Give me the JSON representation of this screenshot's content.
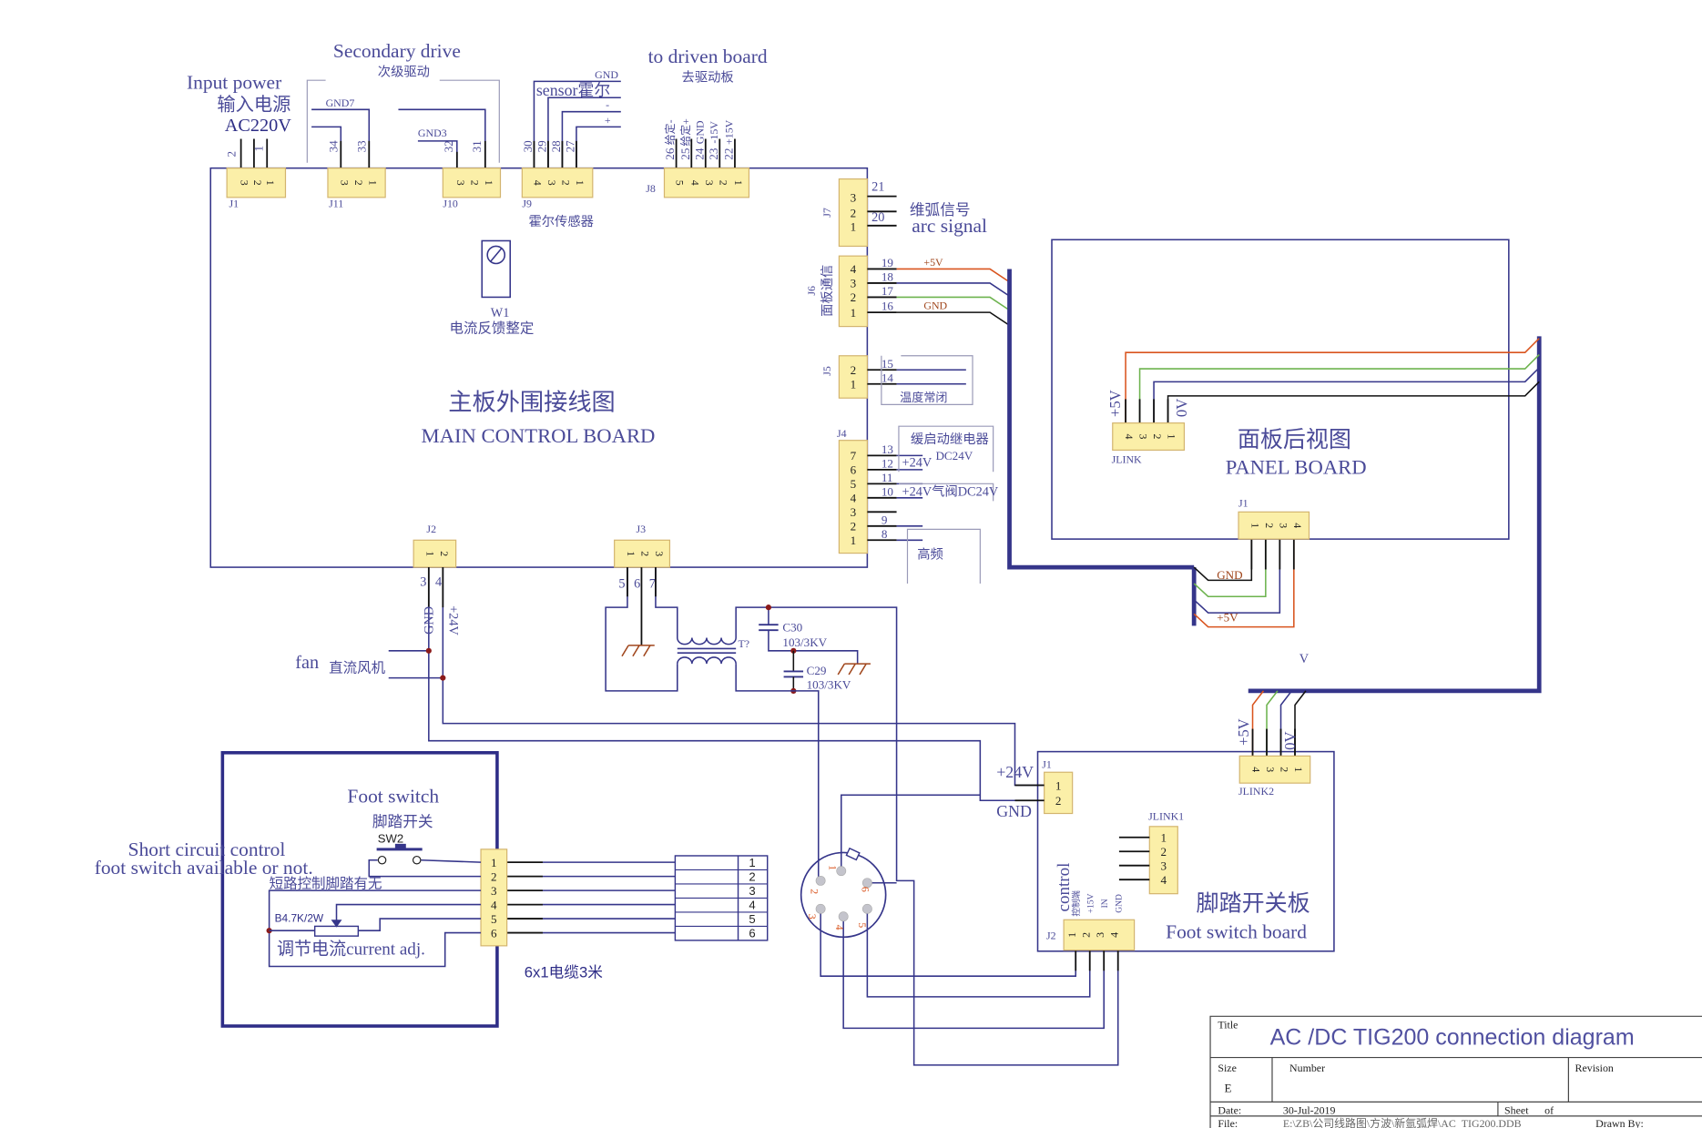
{
  "colors": {
    "outline": "#35358a",
    "text": "#4a4a98",
    "connector_fill": "#fbefa8",
    "connector_border": "#d3b46e",
    "wire_black": "#111111",
    "wire_red": "#d9541e",
    "wire_green": "#6db34e",
    "wire_blue": "#35358a",
    "junction": "#8b1a1a",
    "ground": "#a0461c",
    "dashed_box": "#9a9ab8"
  },
  "input_power": {
    "label_en": "Input power",
    "label_cn": "输入电源",
    "voltage": "AC220V",
    "pin_labels": [
      "2",
      "1"
    ]
  },
  "secondary_drive": {
    "label_en": "Secondary drive",
    "label_cn": "次级驱动",
    "gnd7": "GND7",
    "gnd3": "GND3",
    "j11_wires": [
      "34",
      "33"
    ],
    "j10_wires": [
      "32",
      "31"
    ]
  },
  "sensor": {
    "gnd": "GND",
    "label": "sensor霍尔",
    "minus": "-",
    "plus": "+",
    "wires": [
      "30",
      "29",
      "28",
      "27"
    ],
    "caption": "霍尔传感器"
  },
  "driven_board": {
    "label_en": "to driven board",
    "label_cn": "去驱动板",
    "signals": [
      "给定-",
      "给定+",
      "GND",
      "-15V",
      "+15V"
    ],
    "wires": [
      "26",
      "25",
      "24",
      "23",
      "22"
    ]
  },
  "main_board": {
    "title_cn": "主板外围接线图",
    "title_en": "MAIN CONTROL BOARD",
    "pot": {
      "label": "W1",
      "desc": "电流反馈整定"
    },
    "connectors": {
      "J1": {
        "label": "J1",
        "pins": [
          "3",
          "2",
          "1"
        ]
      },
      "J11": {
        "label": "J11",
        "pins": [
          "3",
          "2",
          "1"
        ]
      },
      "J10": {
        "label": "J10",
        "pins": [
          "3",
          "2",
          "1"
        ]
      },
      "J9": {
        "label": "J9",
        "pins": [
          "4",
          "3",
          "2",
          "1"
        ]
      },
      "J8": {
        "label": "J8",
        "pins": [
          "5",
          "4",
          "3",
          "2",
          "1"
        ]
      },
      "J7": {
        "label": "J7",
        "pins": [
          "3",
          "2",
          "1"
        ]
      },
      "J6": {
        "label": "J6",
        "pins": [
          "4",
          "3",
          "2",
          "1"
        ]
      },
      "J5": {
        "label": "J5",
        "pins": [
          "2",
          "1"
        ]
      },
      "J4": {
        "label": "J4",
        "pins": [
          "7",
          "6",
          "5",
          "4",
          "3",
          "2",
          "1"
        ]
      },
      "J2": {
        "label": "J2",
        "pins": [
          "1",
          "2"
        ]
      },
      "J3": {
        "label": "J3",
        "pins": [
          "1",
          "2",
          "3"
        ]
      }
    },
    "j7": {
      "wires": [
        "21",
        "20"
      ],
      "label_cn": "维弧信号",
      "label_en": "arc signal"
    },
    "j6": {
      "label_cn": "面板通信",
      "wires": [
        "19",
        "18",
        "17",
        "16"
      ],
      "plus5v": "+5V",
      "gnd": "GND"
    },
    "j5": {
      "wires": [
        "15",
        "14"
      ],
      "label_cn": "温度常闭"
    },
    "j4": {
      "wires": [
        "13",
        "12",
        "11",
        "10",
        "9",
        "8"
      ],
      "relay_cn": "缓启动继电器",
      "relay_v": "DC24V",
      "plus24v_a": "+24V",
      "valve": "+24V气阀DC24V",
      "hf_cn": "高频"
    },
    "j2": {
      "wires": [
        "3",
        "4"
      ],
      "gnd": "GND",
      "plus24v": "+24V",
      "fan_en": "fan",
      "fan_cn": "直流风机"
    },
    "j3": {
      "wires": [
        "5",
        "6",
        "7"
      ],
      "transformer": "T?",
      "c30": "C30",
      "c30_value": "103/3KV",
      "c29": "C29",
      "c29_value": "103/3KV"
    }
  },
  "panel_board": {
    "title_cn": "面板后视图",
    "title_en": "PANEL BOARD",
    "jlink": {
      "label": "JLINK",
      "pins": [
        "4",
        "3",
        "2",
        "1"
      ],
      "plus5v": "+5V",
      "zero_v": "0V"
    },
    "j1": {
      "label": "J1",
      "pins": [
        "1",
        "2",
        "3",
        "4"
      ],
      "gnd": "GND",
      "plus5v": "+5V"
    },
    "v_mark": "V"
  },
  "foot_switch": {
    "title_en": "Foot switch",
    "title_cn": "脚踏开关",
    "switch_label": "SW2",
    "short_en_1": "Short circuit control",
    "short_en_2": "foot switch available or not.",
    "short_cn": "短路控制脚踏有无",
    "resistor": "B4.7K/2W",
    "adj": "调节电流current adj.",
    "pins": [
      "1",
      "2",
      "3",
      "4",
      "5",
      "6"
    ],
    "cable_pins": [
      "1",
      "2",
      "3",
      "4",
      "5",
      "6"
    ],
    "cable": "6x1电缆3米"
  },
  "aviation_plug": {
    "pins": [
      "1",
      "2",
      "3",
      "4",
      "5",
      "6"
    ]
  },
  "foot_switch_board": {
    "title_cn": "脚踏开关板",
    "title_en": "Foot switch board",
    "j1": {
      "label": "J1",
      "pins": [
        "1",
        "2"
      ],
      "plus24v": "+24V",
      "gnd": "GND"
    },
    "jlink2": {
      "label": "JLINK2",
      "pins": [
        "4",
        "3",
        "2",
        "1"
      ],
      "plus5v": "+5V",
      "zero_v": "0V"
    },
    "jlink1": {
      "label": "JLINK1",
      "pins": [
        "1",
        "2",
        "3",
        "4"
      ]
    },
    "j2": {
      "label": "J2",
      "pins": [
        "1",
        "2",
        "3",
        "4"
      ],
      "control": "control",
      "signals": [
        "控制端",
        "+15V",
        "IN",
        "GND"
      ]
    }
  },
  "title_block": {
    "title_label": "Title",
    "title": "AC /DC TIG200 connection diagram",
    "size_label": "Size",
    "size": "E",
    "number_label": "Number",
    "revision_label": "Revision",
    "date_label": "Date:",
    "date": "30-Jul-2019",
    "sheet_label": "Sheet",
    "of_label": "of",
    "file_label": "File:",
    "file": "E:\\ZB\\公司线路图\\方波\\新氩弧焊\\AC_TIG200.DDB",
    "drawn_by_label": "Drawn By:"
  }
}
